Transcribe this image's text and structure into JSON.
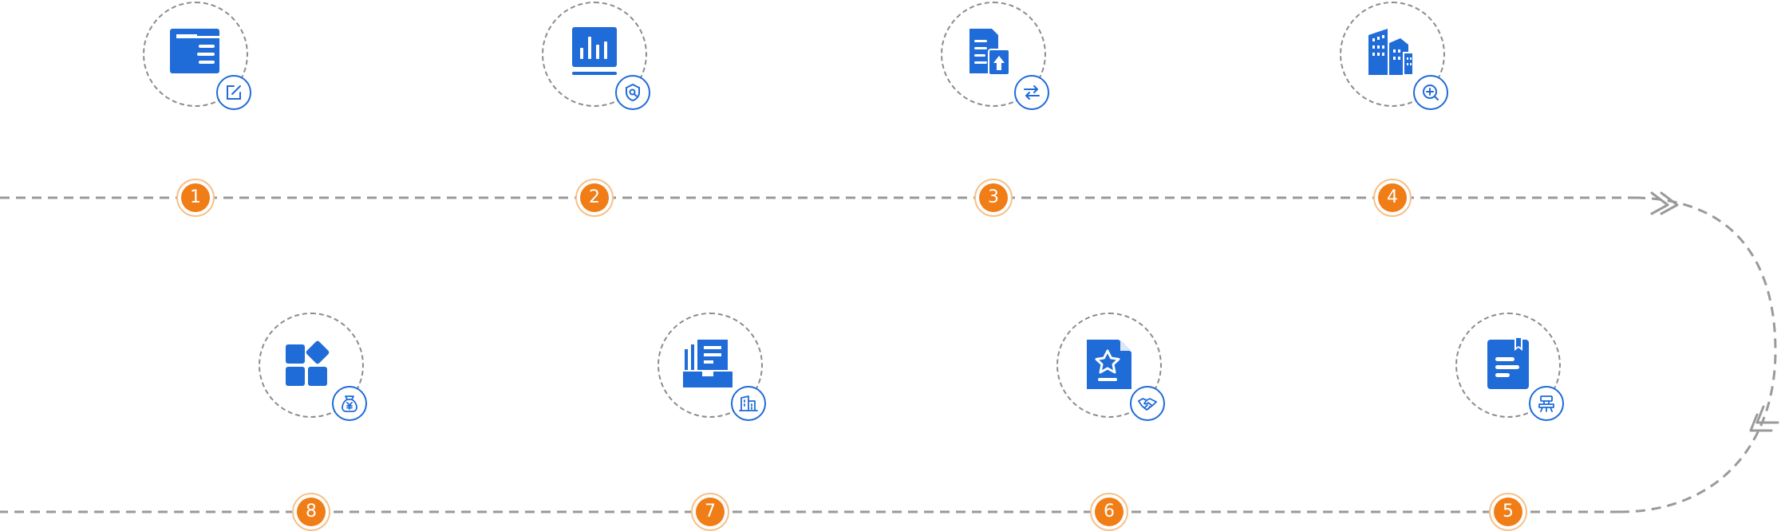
{
  "colors": {
    "icon_blue": "#1f6bd8",
    "step_orange": "#f07d16",
    "step_ring": "#f7c08a",
    "line_gray": "#9a9a9a",
    "circle_gray": "#8c8c8c"
  },
  "steps": [
    {
      "num": "1",
      "icon": "folder-document-icon",
      "badge": "edit-icon"
    },
    {
      "num": "2",
      "icon": "bar-chart-board-icon",
      "badge": "shield-search-icon"
    },
    {
      "num": "3",
      "icon": "document-upload-icon",
      "badge": "exchange-arrows-icon"
    },
    {
      "num": "4",
      "icon": "buildings-icon",
      "badge": "zoom-in-icon"
    },
    {
      "num": "5",
      "icon": "bookmark-document-icon",
      "badge": "seal-stamp-icon"
    },
    {
      "num": "6",
      "icon": "star-document-icon",
      "badge": "handshake-icon"
    },
    {
      "num": "7",
      "icon": "document-tray-icon",
      "badge": "building-icon"
    },
    {
      "num": "8",
      "icon": "app-blocks-icon",
      "badge": "money-bag-icon"
    }
  ]
}
